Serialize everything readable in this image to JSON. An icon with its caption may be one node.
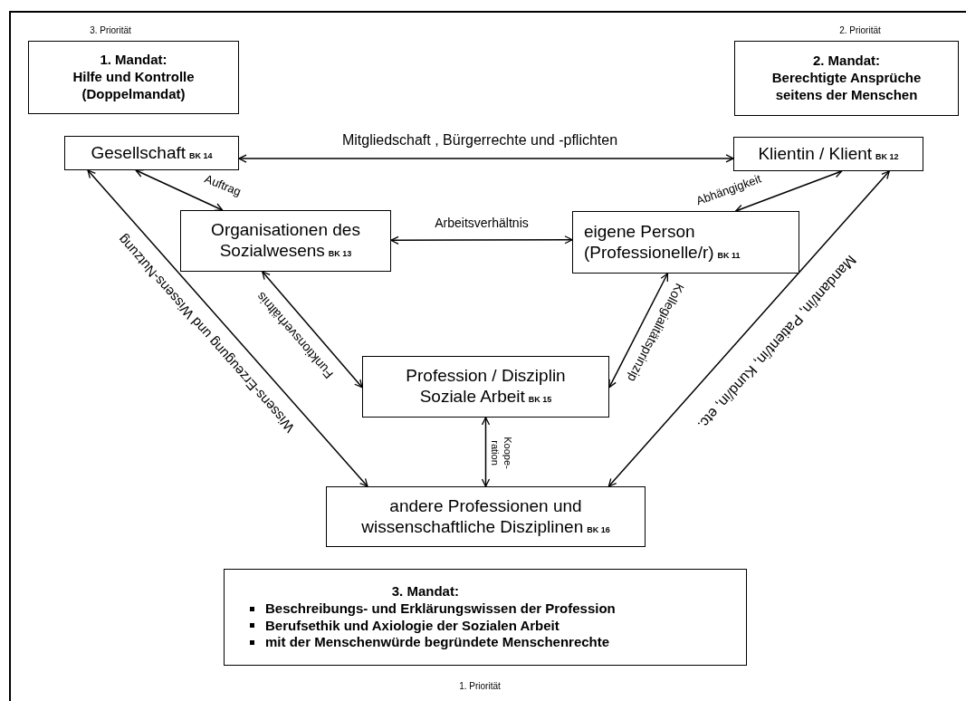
{
  "diagram": {
    "nodes": [
      {
        "text": [
          "1. Mandat:",
          "Hilfe und Kontrolle (Doppelmandat)"
        ],
        "beside": [
          "3. Priorität"
        ]
      },
      {
        "text": [
          "2. Mandat:",
          "Berechtigte Ansprüche seitens der Menschen"
        ],
        "beside": [
          "2. Priorität"
        ]
      },
      {
        "text": [
          "Gesellschaft",
          "BK 14"
        ]
      },
      {
        "text": [
          "Klientin / Klient",
          "BK 12"
        ]
      },
      {
        "text": [
          "Organisationen des Sozialwesens",
          "BK 13"
        ]
      },
      {
        "text": [
          "eigene Person (Professionelle/r)",
          "BK 11"
        ]
      },
      {
        "text": [
          "Profession / Disziplin Soziale Arbeit",
          "BK 15"
        ]
      },
      {
        "text": [
          "andere Professionen und wissenschaftliche Disziplinen",
          "BK 16"
        ]
      },
      {
        "text": [
          "3. Mandat:",
          "Beschreibungs- und Erklärungswissen der Profession",
          "Berufsethik und Axiologie der Sozialen Arbeit",
          "mit der Menschenwürde begründete Menschenrechte"
        ],
        "beside": [
          "1. Priorität"
        ]
      }
    ],
    "edges": [
      {
        "from": 2,
        "to": 3,
        "arrow": "both",
        "label": "Mitgliedschaft , Bürgerrechte und -pflichten"
      },
      {
        "from": 2,
        "to": 4,
        "arrow": "both",
        "label": "Auftrag"
      },
      {
        "from": 3,
        "to": 5,
        "arrow": "both",
        "label": "Abhängigkeit"
      },
      {
        "from": 4,
        "to": 5,
        "arrow": "both",
        "label": "Arbeitsverhältnis"
      },
      {
        "from": 4,
        "to": 6,
        "arrow": "both",
        "label": "Funktionsverhältnis"
      },
      {
        "from": 5,
        "to": 6,
        "arrow": "both",
        "label": "Kollegialitätsprinzip"
      },
      {
        "from": 6,
        "to": 7,
        "arrow": "both",
        "label": "Koope- ration"
      },
      {
        "from": 2,
        "to": 7,
        "arrow": "both",
        "label": "Wissens-Erzeugung und Wissens-Nutzung"
      },
      {
        "from": 3,
        "to": 7,
        "arrow": "both",
        "label": "Mandant/in, Patient/in, Kund/in, etc."
      }
    ]
  }
}
